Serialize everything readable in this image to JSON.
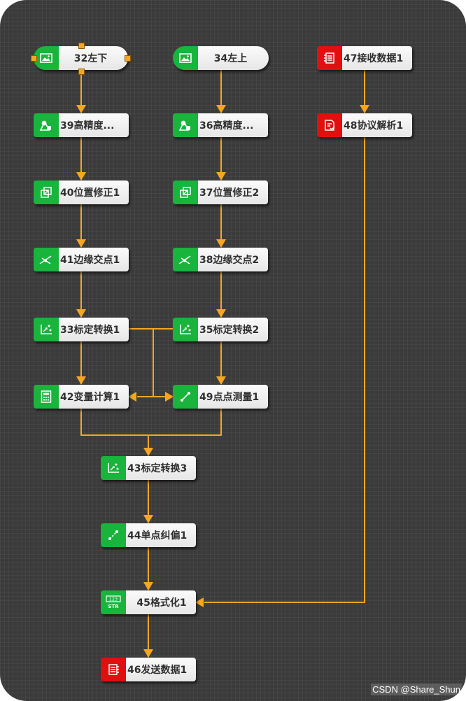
{
  "colors": {
    "wire": "#f5a623",
    "icon_green": "#18b43c",
    "icon_red": "#e20f0f",
    "canvas": "#3b3b3b"
  },
  "nodes": {
    "n32": {
      "label": "32左下",
      "icon": "image-icon"
    },
    "n34": {
      "label": "34左上",
      "icon": "image-icon"
    },
    "n47": {
      "label": "47接收数据1",
      "icon": "receive-data-icon"
    },
    "n39": {
      "label": "39高精度...",
      "icon": "pattern-match-icon"
    },
    "n36": {
      "label": "36高精度...",
      "icon": "pattern-match-icon"
    },
    "n48": {
      "label": "48协议解析1",
      "icon": "protocol-parse-icon"
    },
    "n40": {
      "label": "40位置修正1",
      "icon": "position-fix-icon"
    },
    "n37": {
      "label": "37位置修正2",
      "icon": "position-fix-icon"
    },
    "n41": {
      "label": "41边缘交点1",
      "icon": "edge-intersect-icon"
    },
    "n38": {
      "label": "38边缘交点2",
      "icon": "edge-intersect-icon"
    },
    "n33": {
      "label": "33标定转换1",
      "icon": "calib-transform-icon"
    },
    "n35": {
      "label": "35标定转换2",
      "icon": "calib-transform-icon"
    },
    "n42": {
      "label": "42变量计算1",
      "icon": "calculator-icon"
    },
    "n49": {
      "label": "49点点测量1",
      "icon": "point-measure-icon"
    },
    "n43": {
      "label": "43标定转换3",
      "icon": "calib-transform-icon"
    },
    "n44": {
      "label": "44单点纠偏1",
      "icon": "single-point-correct-icon"
    },
    "n45": {
      "label": "45格式化1",
      "icon": "format-str-icon",
      "icon_text_top": "123",
      "icon_text_bottom": "STR"
    },
    "n46": {
      "label": "46发送数据1",
      "icon": "send-data-icon"
    }
  },
  "watermark": "CSDN @Share_Shun"
}
